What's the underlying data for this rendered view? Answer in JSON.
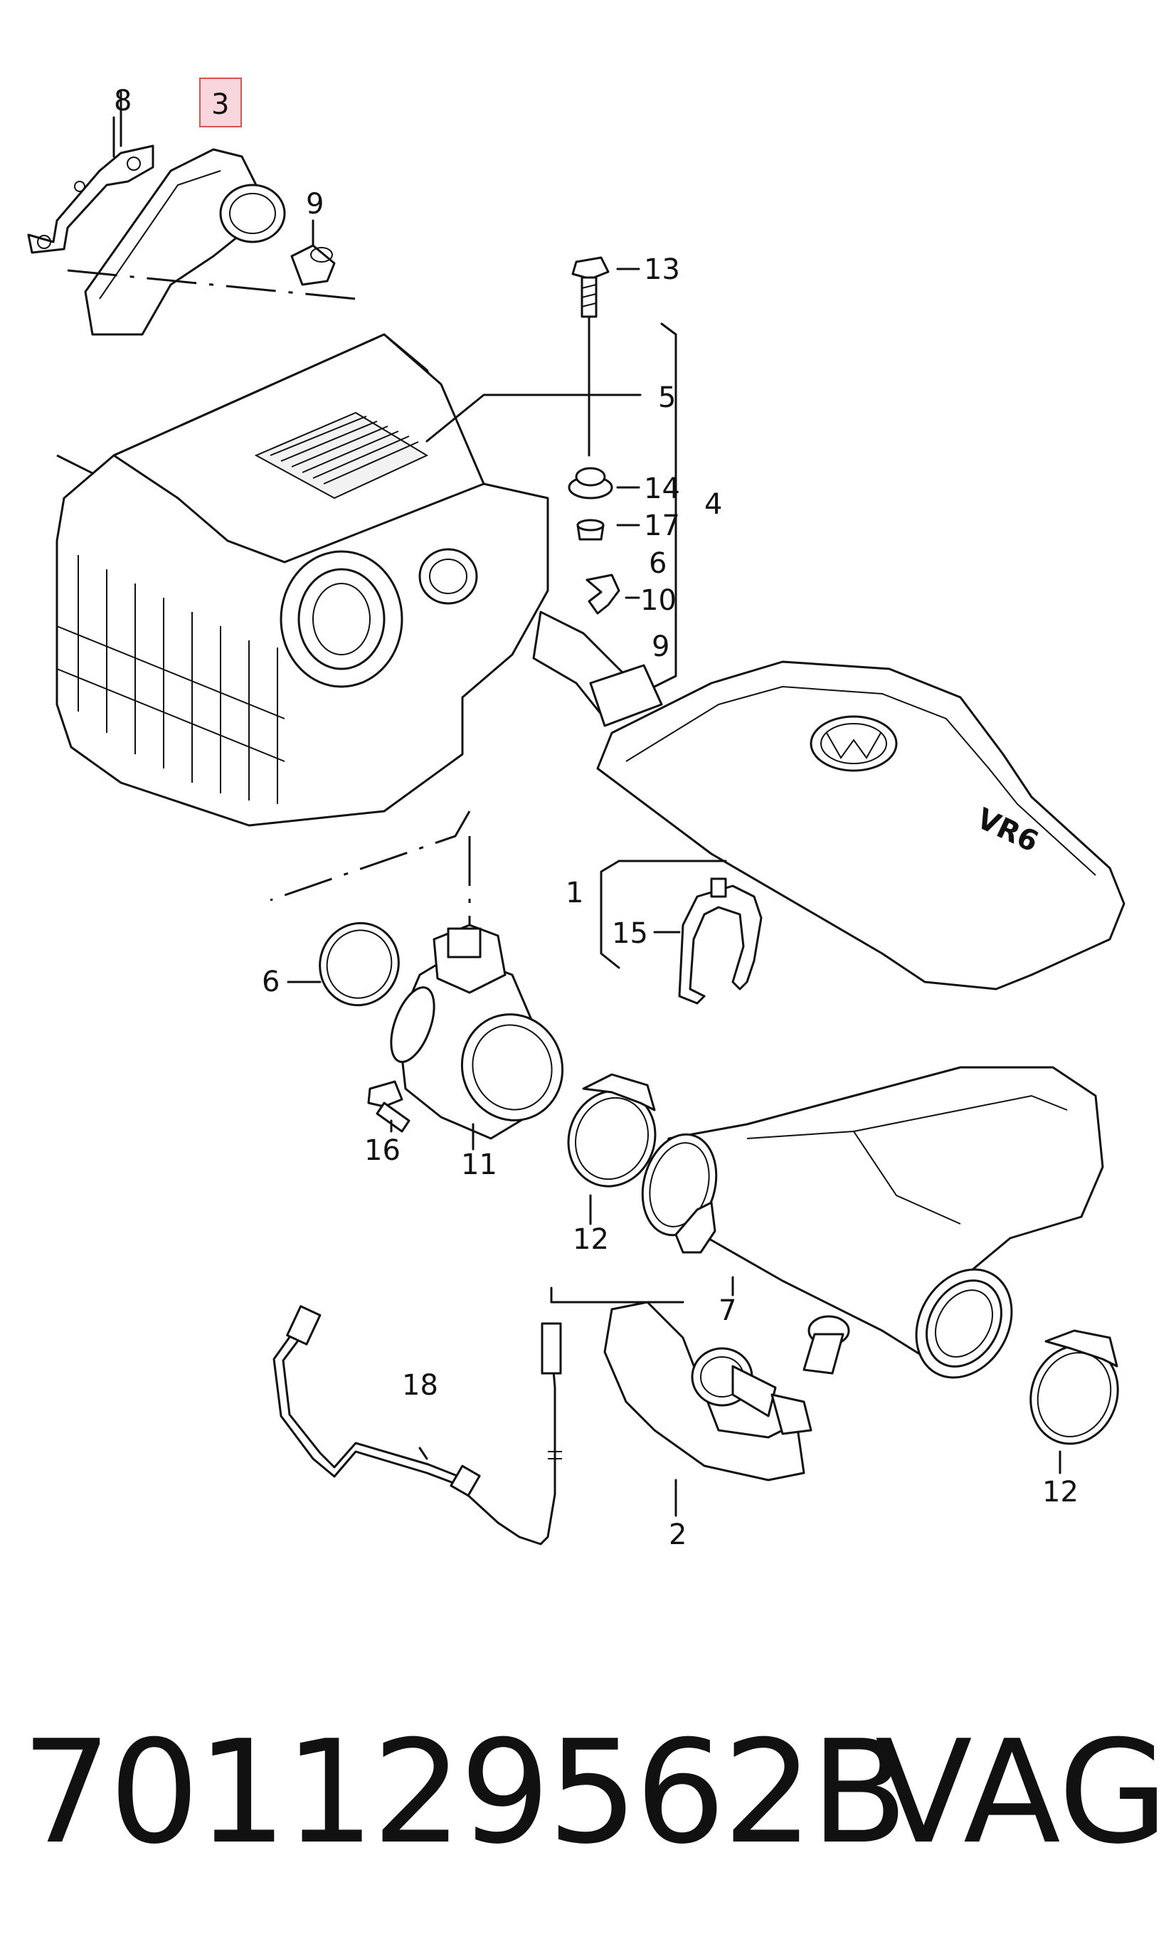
{
  "diagram": {
    "callouts": [
      {
        "id": "8",
        "text": "8"
      },
      {
        "id": "3",
        "text": "3",
        "highlight": true
      },
      {
        "id": "9a",
        "text": "9"
      },
      {
        "id": "13",
        "text": "13"
      },
      {
        "id": "5",
        "text": "5"
      },
      {
        "id": "14",
        "text": "14"
      },
      {
        "id": "4",
        "text": "4"
      },
      {
        "id": "17",
        "text": "17"
      },
      {
        "id": "6a",
        "text": "6"
      },
      {
        "id": "10",
        "text": "10"
      },
      {
        "id": "9b",
        "text": "9"
      },
      {
        "id": "1",
        "text": "1"
      },
      {
        "id": "15",
        "text": "15"
      },
      {
        "id": "6b",
        "text": "6"
      },
      {
        "id": "16",
        "text": "16"
      },
      {
        "id": "11",
        "text": "11"
      },
      {
        "id": "12a",
        "text": "12"
      },
      {
        "id": "7",
        "text": "7"
      },
      {
        "id": "18",
        "text": "18"
      },
      {
        "id": "2",
        "text": "2"
      },
      {
        "id": "12b",
        "text": "12"
      }
    ],
    "engine_cover_badge": "VR6",
    "highlight_color": "#f7d7dc",
    "highlight_border": "#d9534f"
  },
  "footer": {
    "part_number": "701129562B",
    "brand": "VAG"
  }
}
